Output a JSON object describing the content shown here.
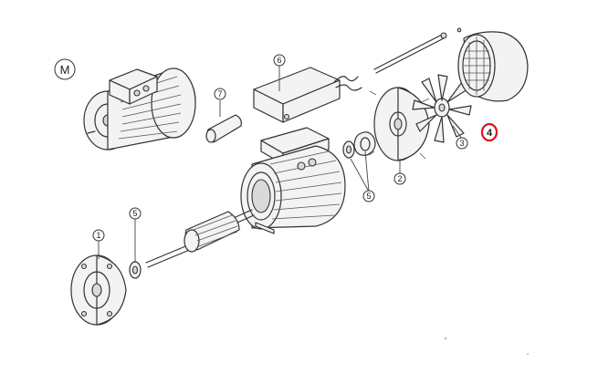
{
  "legend_symbol": "M",
  "highlight_color": "#e01020",
  "parts": [
    {
      "id": "1",
      "label": "1",
      "name": "front-flange-shield"
    },
    {
      "id": "2",
      "label": "2",
      "name": "rear-end-shield"
    },
    {
      "id": "3",
      "label": "3",
      "name": "cooling-fan"
    },
    {
      "id": "4",
      "label": "4",
      "name": "fan-cover",
      "highlighted": true
    },
    {
      "id": "5a",
      "label": "5",
      "name": "bearing-front"
    },
    {
      "id": "5b",
      "label": "5",
      "name": "bearing-rear"
    },
    {
      "id": "6",
      "label": "6",
      "name": "terminal-box"
    },
    {
      "id": "7",
      "label": "7",
      "name": "capacitor"
    }
  ]
}
